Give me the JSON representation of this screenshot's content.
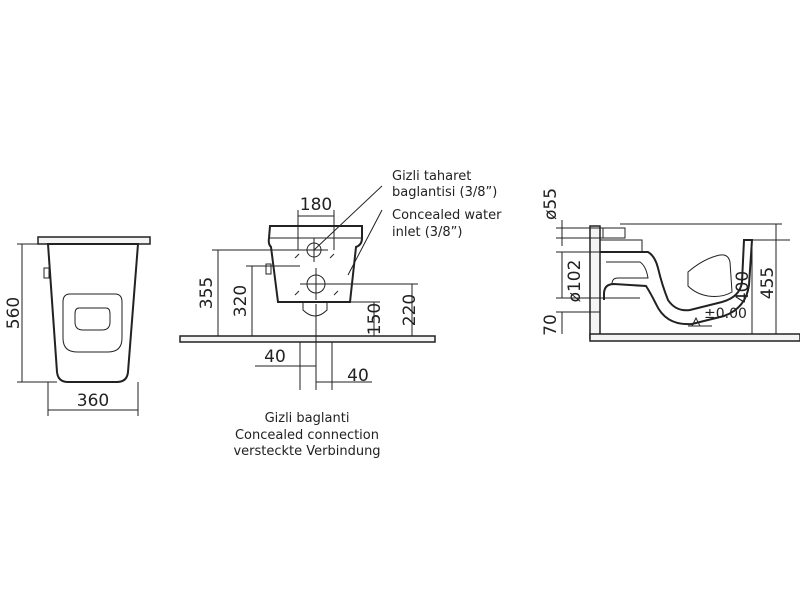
{
  "front_view": {
    "height": "560",
    "width": "360"
  },
  "side_view": {
    "d180": "180",
    "d355": "355",
    "d320": "320",
    "d150": "150",
    "d220": "220",
    "d40a": "40",
    "d40b": "40",
    "note1_l1": "Gizli taharet",
    "note1_l2": "baglantisi (3/8”)",
    "note2_l1": "Concealed water",
    "note2_l2": "inlet (3/8”)",
    "caption_l1": "Gizli baglanti",
    "caption_l2": "Concealed connection",
    "caption_l3": "versteckte Verbindung"
  },
  "section_view": {
    "d55": "ø55",
    "d102": "ø102",
    "d70": "70",
    "d400": "400",
    "d455": "455",
    "zero": "±0.00"
  }
}
